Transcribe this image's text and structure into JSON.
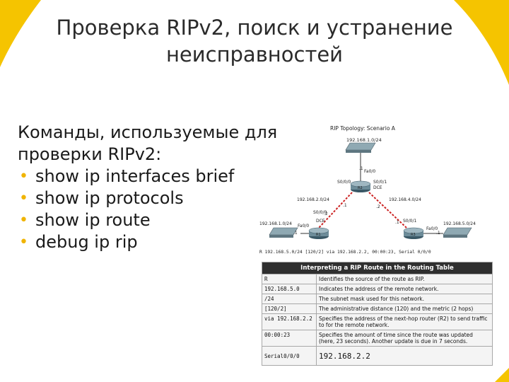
{
  "colors": {
    "accent": "#f0b400",
    "text": "#1a1a1a",
    "title": "#2b2b2b",
    "table_header": "#2f2f2f",
    "red_link": "#cc2222"
  },
  "slide": {
    "title_line1": "Проверка RIPv2, поиск и устранение",
    "title_line2": "неисправностей",
    "intro": "Команды, используемые для\nпроверки RIPv2:",
    "bullets": [
      "show ip interfaces brief",
      "show ip protocols",
      "show ip route",
      "debug ip rip"
    ]
  },
  "topology": {
    "caption": "RIP Topology: Scenario A",
    "lan_top": "192.168.1.0/24",
    "lan_left": "192.168.1.0/24",
    "lan_right": "192.168.5.0/24",
    "wan_left": "192.168.2.0/24",
    "wan_right": "192.168.4.0/24",
    "r2_name": "R2",
    "r1_name": "R1",
    "r3_name": "R3",
    "r2_fa": "Fa0/0",
    "r2_s00": "S0/0/0",
    "r2_s01": "S0/0/1",
    "r2_dce": "DCE",
    "r1_s00": "S0/0/0",
    "r1_dce": "DCE",
    "r1_fa": "Fa0/0",
    "r3_s01": "S0/0/1",
    "r3_fa": "Fa0/0",
    "host_top": ".1",
    "host_left": ".1",
    "host_right": ".1",
    "link_left_r2": ".1",
    "link_left_r1": ".2",
    "link_right_r2": ".2",
    "link_right_r3": ".1",
    "route_line": "R 192.168.5.0/24 [120/2] via 192.168.2.2, 00:00:23, Serial 0/0/0"
  },
  "table": {
    "header": "Interpreting a RIP Route in the Routing Table",
    "rows": [
      {
        "field": "R",
        "desc": "Identifies the source of the route as RIP."
      },
      {
        "field": "192.168.5.0",
        "desc": "Indicates the address of the remote network."
      },
      {
        "field": "/24",
        "desc": "The subnet mask used for this network."
      },
      {
        "field": "[120/2]",
        "desc": "The administrative distance (120) and the metric (2 hops)"
      },
      {
        "field": "via 192.168.2.2",
        "desc": "Specifies the address of the next-hop router (R2) to send traffic to for the remote network."
      },
      {
        "field": "00:00:23",
        "desc": "Specifies the amount of time since the route was updated (here, 23 seconds). Another update is due in 7 seconds."
      },
      {
        "field": "Serial0/0/0",
        "desc": "192.168.2.2"
      }
    ]
  }
}
